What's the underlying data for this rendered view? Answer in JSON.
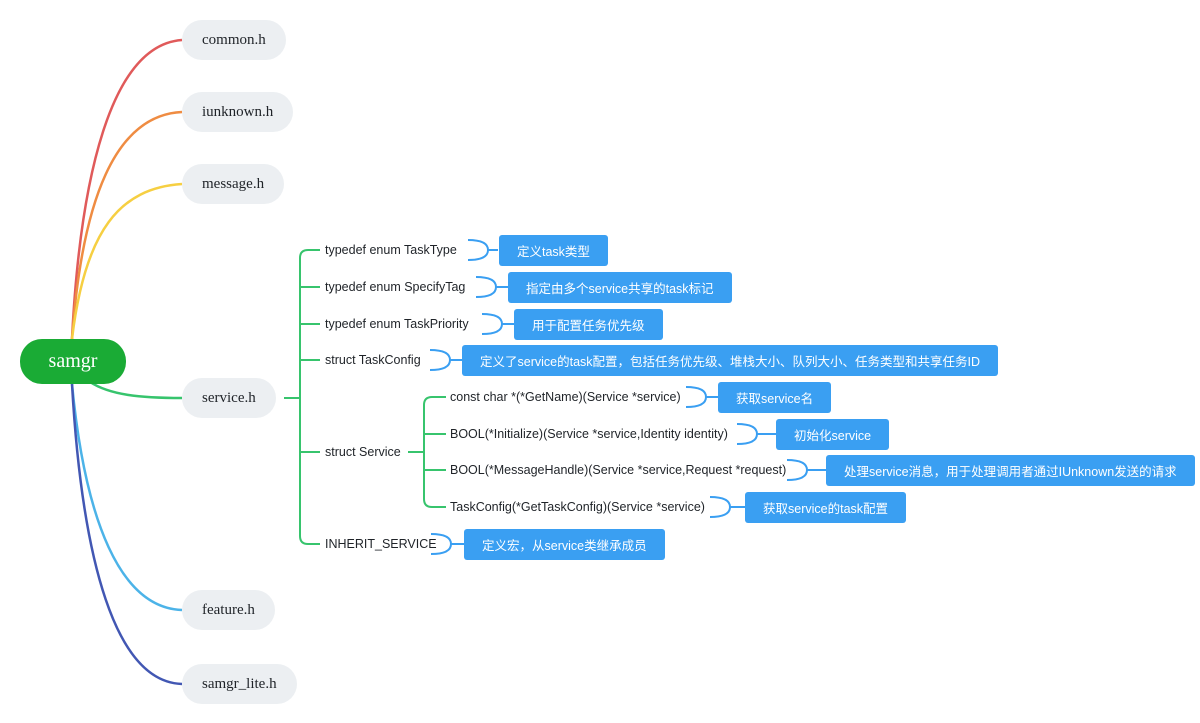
{
  "root": {
    "label": "samgr"
  },
  "files": {
    "common": "common.h",
    "iunknown": "iunknown.h",
    "message": "message.h",
    "service": "service.h",
    "feature": "feature.h",
    "samgr_lite": "samgr_lite.h"
  },
  "service_items": {
    "task_type": {
      "label": "typedef enum TaskType",
      "note": "定义task类型"
    },
    "specify_tag": {
      "label": "typedef enum SpecifyTag",
      "note": "指定由多个service共享的task标记"
    },
    "task_priority": {
      "label": "typedef enum TaskPriority",
      "note": "用于配置任务优先级"
    },
    "task_config": {
      "label": "struct TaskConfig",
      "note": "定义了service的task配置，包括任务优先级、堆栈大小、队列大小、任务类型和共享任务ID"
    },
    "service": {
      "label": "struct Service",
      "children": {
        "get_name": {
          "label": "const char *(*GetName)(Service *service)",
          "note": "获取service名"
        },
        "initialize": {
          "label": "BOOL(*Initialize)(Service *service,Identity identity)",
          "note": "初始化service"
        },
        "message_handle": {
          "label": "BOOL(*MessageHandle)(Service *service,Request *request)",
          "note": "处理service消息，用于处理调用者通过IUnknown发送的请求"
        },
        "get_task_config": {
          "label": "TaskConfig(*GetTaskConfig)(Service *service)",
          "note": "获取service的task配置"
        }
      }
    },
    "inherit_service": {
      "label": "INHERIT_SERVICE",
      "note": "定义宏，从service类继承成员"
    }
  },
  "colors": {
    "root": "#1aab35",
    "common": "#e05a5a",
    "iunknown": "#ef8c42",
    "message": "#f6cf42",
    "service": "#37c46d",
    "feature": "#4cb3e8",
    "samgr_lite": "#4257b3",
    "note": "#3a9ff2"
  }
}
